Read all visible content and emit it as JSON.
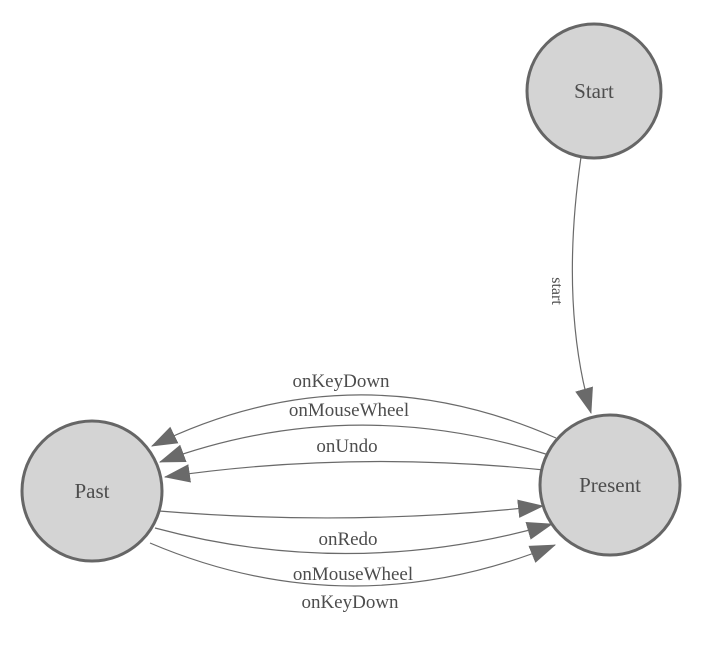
{
  "diagram": {
    "type": "state-machine",
    "background_color": "#ffffff",
    "colors": {
      "node_fill": "#d4d4d4",
      "node_border": "#666666",
      "edge_stroke": "#6a6a6a",
      "arrowhead_fill": "#6a6a6a",
      "label_text": "#4d4d4d"
    },
    "nodes": [
      {
        "id": "start",
        "label": "Start"
      },
      {
        "id": "present",
        "label": "Present"
      },
      {
        "id": "past",
        "label": "Past"
      }
    ],
    "edges": [
      {
        "from": "Start",
        "to": "Present",
        "label": "start"
      },
      {
        "from": "Present",
        "to": "Past",
        "label": "onKeyDown"
      },
      {
        "from": "Present",
        "to": "Past",
        "label": "onMouseWheel"
      },
      {
        "from": "Present",
        "to": "Past",
        "label": "onUndo"
      },
      {
        "from": "Past",
        "to": "Present",
        "label": "onRedo"
      },
      {
        "from": "Past",
        "to": "Present",
        "label": "onMouseWheel"
      },
      {
        "from": "Past",
        "to": "Present",
        "label": "onKeyDown"
      }
    ]
  }
}
